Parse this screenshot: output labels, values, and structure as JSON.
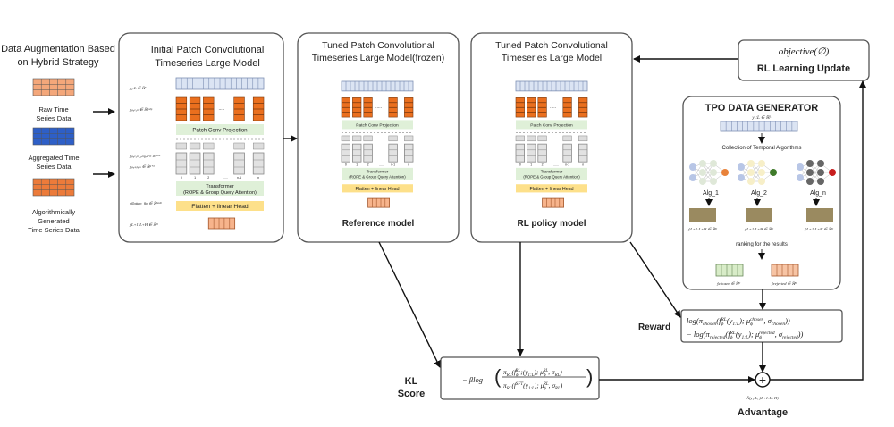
{
  "augmentation": {
    "title": [
      "Data Augmentation Based",
      "on Hybrid Strategy"
    ],
    "sources": [
      {
        "label": [
          "Raw Time",
          "Series Data"
        ],
        "color": "#f4a77a"
      },
      {
        "label": [
          "Aggregated Time",
          "Series Data"
        ],
        "color": "#2e5fc7"
      },
      {
        "label": [
          "Algorithmically",
          "Generated",
          "Time Series Data"
        ],
        "color": "#ec7b3a"
      }
    ]
  },
  "models": [
    {
      "title": [
        "Initial Patch Convolutional",
        "Timeseries Large Model"
      ],
      "caption": "",
      "side_labels": [
        "y₁:L ∈ ℝᴸ",
        "yₚₐₜ꜀ₕ ∈ ℝⁿˣᵈᵖ",
        "yₚₐₜ꜀ₕ_ₑₘᵦₑ𝒹 ∈ ℝⁿˣᵈʰ",
        "yₚₒₛᵢₜᵢₒₙ ∈ ℝⁿ⁺¹",
        "yflatten_fin ∈ ℝⁿˣᵈʰ",
        "ŷL+1:L+H ∈ ℝᴴ"
      ]
    },
    {
      "title": [
        "Tuned Patch Convolutional",
        "Timeseries Large Model(frozen)"
      ],
      "caption": "Reference model",
      "side_labels": []
    },
    {
      "title": [
        "Tuned Patch Convolutional",
        "Timeseries Large Model"
      ],
      "caption": "RL policy model",
      "side_labels": []
    }
  ],
  "model_blocks": {
    "patch_conv": "Patch Conv Projection",
    "transformer": "Transformer",
    "transformer_sub": "(ROPE & Group Query Attention)",
    "flatten": "Flatten + linear Head",
    "indices": [
      "0",
      "1",
      "2",
      "......",
      "n-1",
      "n"
    ]
  },
  "objective": {
    "formula": "objective(∅)",
    "label": "RL Learning Update"
  },
  "tpo": {
    "title": "TPO DATA GENERATOR",
    "input_label": "y₁:L ∈ ℝᴸ",
    "collection": "Collection of Temporal Algorithms",
    "algorithms": [
      {
        "name": "Alg_1",
        "output_label": "ŷL+1:L+H ∈ ℝᴴ",
        "color": "#f7e08a",
        "node": "#e8823a"
      },
      {
        "name": "Alg_2",
        "output_label": "ŷL+1:L+H ∈ ℝᴴ",
        "color": "#d8ecc8",
        "node": "#3f7a2a"
      },
      {
        "name": "Alg_n",
        "output_label": "ŷL+1:L+H ∈ ℝᴴ",
        "color": "#f7c4a4",
        "node": "#c81e1e"
      }
    ],
    "ranking": "ranking for the results",
    "chosen_label": "ŷchosen ∈ ℝᴴ",
    "rejected_label": "ŷrejected ∈ ℝᴴ"
  },
  "reward": {
    "label": "Reward",
    "line1": [
      [
        "log(π",
        "n"
      ],
      [
        "chosen",
        "sub"
      ],
      [
        "(f",
        "n"
      ],
      [
        "ϕ",
        "sub"
      ],
      [
        "RL",
        "sup2"
      ],
      [
        "(y",
        "n"
      ],
      [
        "1:L",
        "sub"
      ],
      [
        "); μ",
        "n"
      ],
      [
        "ϕ",
        "sub"
      ],
      [
        "chosen",
        "sup2"
      ],
      [
        ", σ",
        "n"
      ],
      [
        "chosen",
        "sub"
      ],
      [
        "))",
        "n"
      ]
    ],
    "line2": [
      [
        "− log(π",
        "n"
      ],
      [
        "rejected",
        "sub"
      ],
      [
        "(f",
        "n"
      ],
      [
        "ϕ",
        "sub"
      ],
      [
        "RL",
        "sup2"
      ],
      [
        "(y",
        "n"
      ],
      [
        "1:L",
        "sub"
      ],
      [
        "); μ",
        "n"
      ],
      [
        "ϕ",
        "sub"
      ],
      [
        "rejected",
        "sup2"
      ],
      [
        ", σ",
        "n"
      ],
      [
        "rejected",
        "sub"
      ],
      [
        "))",
        "n"
      ]
    ]
  },
  "kl": {
    "label": [
      "KL",
      "Score"
    ],
    "prefix": "− βlog",
    "numerator": [
      [
        "π",
        "n"
      ],
      [
        "RL",
        "sub"
      ],
      [
        "(f",
        "n"
      ],
      [
        "ϕ",
        "sub"
      ],
      [
        "RL",
        "sup2"
      ],
      [
        ";(y",
        "n"
      ],
      [
        "1:L",
        "sub"
      ],
      [
        "); μ",
        "n"
      ],
      [
        "ϕ",
        "sub"
      ],
      [
        "RL",
        "sup2"
      ],
      [
        ", σ",
        "n"
      ],
      [
        "RL",
        "sub"
      ],
      [
        ")",
        "n"
      ]
    ],
    "denominator": [
      [
        "π",
        "n"
      ],
      [
        "RL",
        "sub"
      ],
      [
        "(f",
        "n"
      ],
      [
        "SFT",
        "sup"
      ],
      [
        "(y",
        "n"
      ],
      [
        "1:L",
        "sub"
      ],
      [
        "); μ",
        "n"
      ],
      [
        "ϕ",
        "sub"
      ],
      [
        "RL",
        "sup2"
      ],
      [
        ", σ",
        "n"
      ],
      [
        "RL",
        "sub"
      ],
      [
        ")",
        "n"
      ]
    ]
  },
  "advantage": {
    "label": "Advantage",
    "formula": "Â(y₁:L, ŷL+1:L+H)",
    "operator": "+"
  }
}
